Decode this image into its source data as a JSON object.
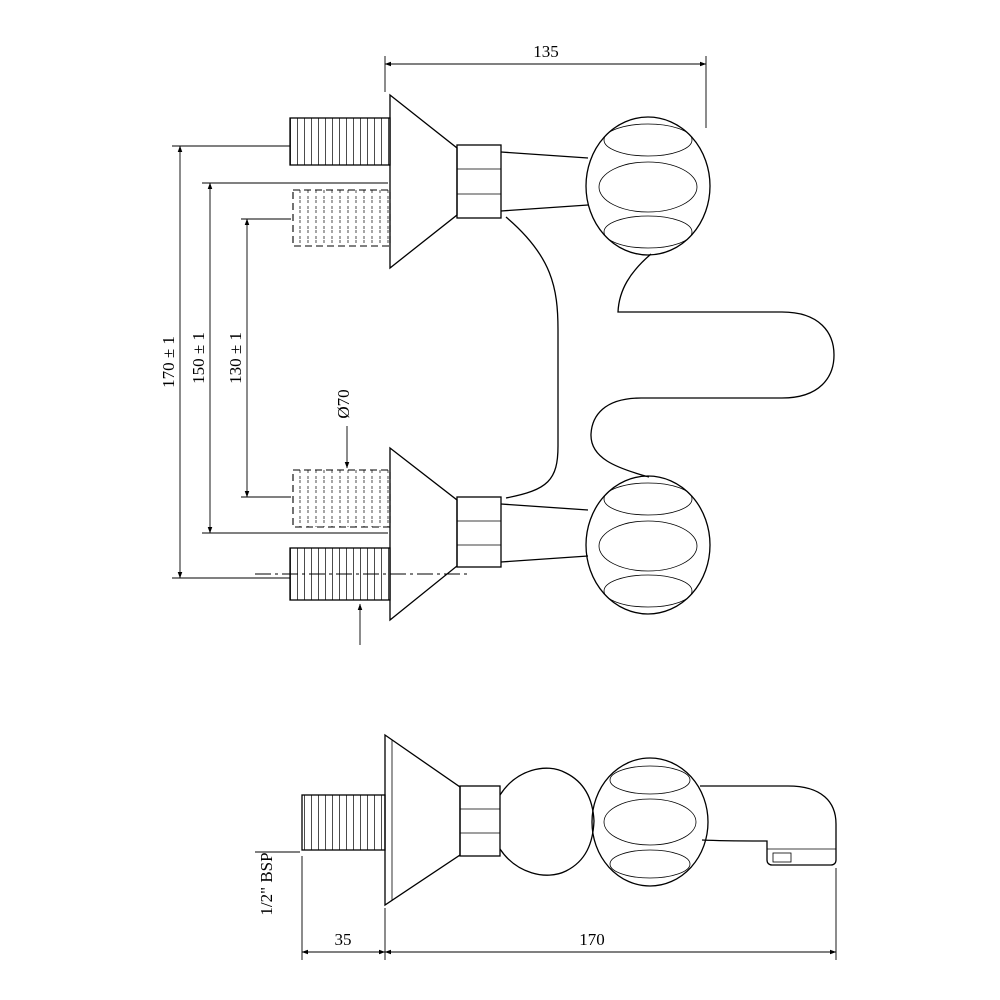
{
  "colors": {
    "background": "#ffffff",
    "line": "#000000"
  },
  "front_view": {
    "dim_wall_to_handle": "135",
    "dim_outer_height": "170 ± 1",
    "dim_mid_height": "150 ± 1",
    "dim_inner_height": "130 ± 1",
    "dim_flange_diameter": "Ø70"
  },
  "side_view": {
    "thread_spec": "1/2\" BSP",
    "dim_stem_length": "35",
    "dim_total_length": "170"
  }
}
